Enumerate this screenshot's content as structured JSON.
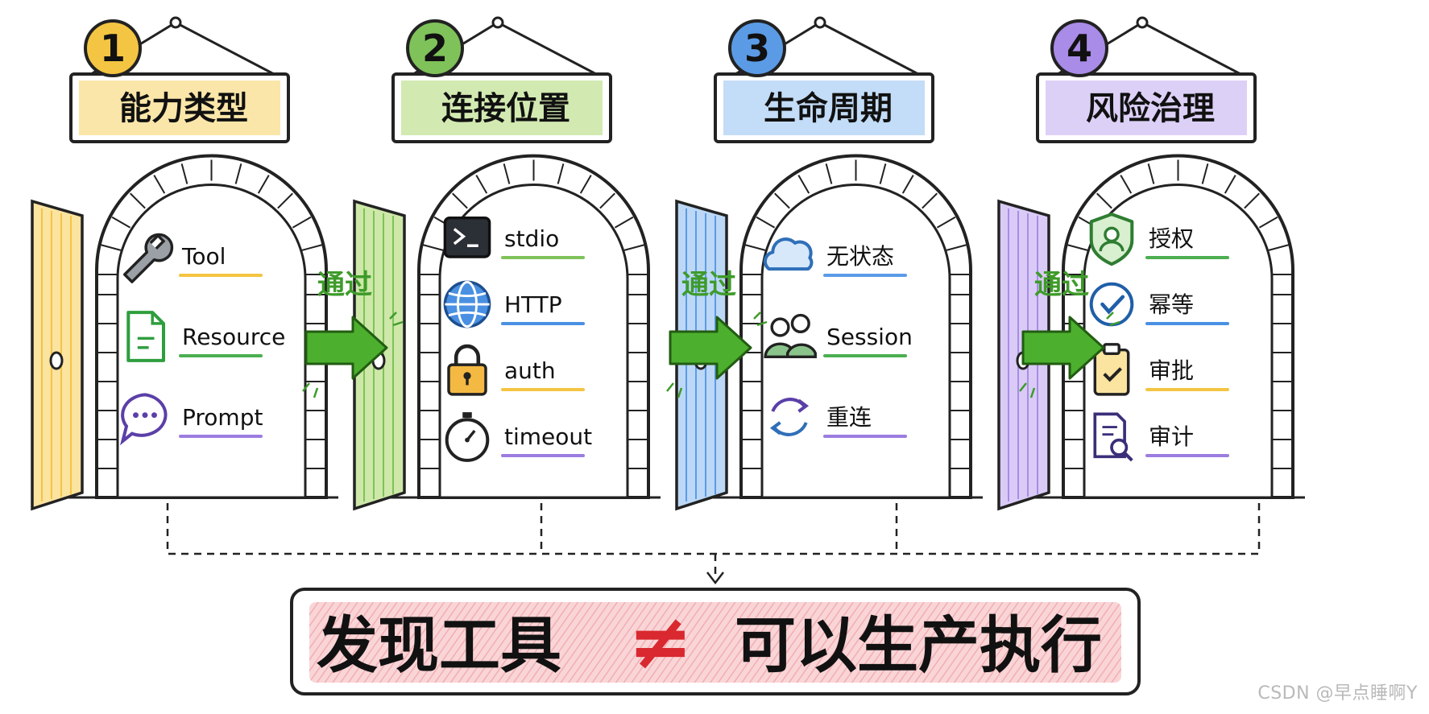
{
  "stages": [
    {
      "number": "1",
      "title": "能力类型",
      "color": "#F4C542",
      "fill": "#FBE3A0",
      "items": [
        {
          "label": "Tool",
          "icon": "wrench-icon",
          "underline": "#F4C542"
        },
        {
          "label": "Resource",
          "icon": "document-icon",
          "underline": "#4CAF50"
        },
        {
          "label": "Prompt",
          "icon": "chat-bubble-icon",
          "underline": "#9C7CE0"
        }
      ]
    },
    {
      "number": "2",
      "title": "连接位置",
      "color": "#7FC25A",
      "fill": "#CDE8A8",
      "items": [
        {
          "label": "stdio",
          "icon": "terminal-icon",
          "underline": "#7FC25A"
        },
        {
          "label": "HTTP",
          "icon": "globe-icon",
          "underline": "#4A90E2"
        },
        {
          "label": "auth",
          "icon": "lock-icon",
          "underline": "#F4C542"
        },
        {
          "label": "timeout",
          "icon": "stopwatch-icon",
          "underline": "#9C7CE0"
        }
      ]
    },
    {
      "number": "3",
      "title": "生命周期",
      "color": "#5B9BE6",
      "fill": "#BCD8F6",
      "items": [
        {
          "label": "无状态",
          "icon": "cloud-icon",
          "underline": "#5B9BE6"
        },
        {
          "label": "Session",
          "icon": "users-icon",
          "underline": "#4CAF50"
        },
        {
          "label": "重连",
          "icon": "refresh-icon",
          "underline": "#9C7CE0"
        }
      ]
    },
    {
      "number": "4",
      "title": "风险治理",
      "color": "#A98BE8",
      "fill": "#D9CBF6",
      "items": [
        {
          "label": "授权",
          "icon": "shield-user-icon",
          "underline": "#4CAF50"
        },
        {
          "label": "幂等",
          "icon": "check-circle-icon",
          "underline": "#4A90E2"
        },
        {
          "label": "审批",
          "icon": "clipboard-check-icon",
          "underline": "#F4C542"
        },
        {
          "label": "审计",
          "icon": "document-search-icon",
          "underline": "#9C7CE0"
        }
      ]
    }
  ],
  "connectors": [
    "通过",
    "通过",
    "通过"
  ],
  "conclusion": {
    "left": "发现工具",
    "symbol": "≠",
    "right": "可以生产执行"
  },
  "watermark": "CSDN @早点睡啊Y",
  "colors": {
    "ink": "#222222",
    "arrow_green": "#4CAF2E",
    "conclusion_fill": "#F7C9CC",
    "neq_red": "#D9282F"
  }
}
